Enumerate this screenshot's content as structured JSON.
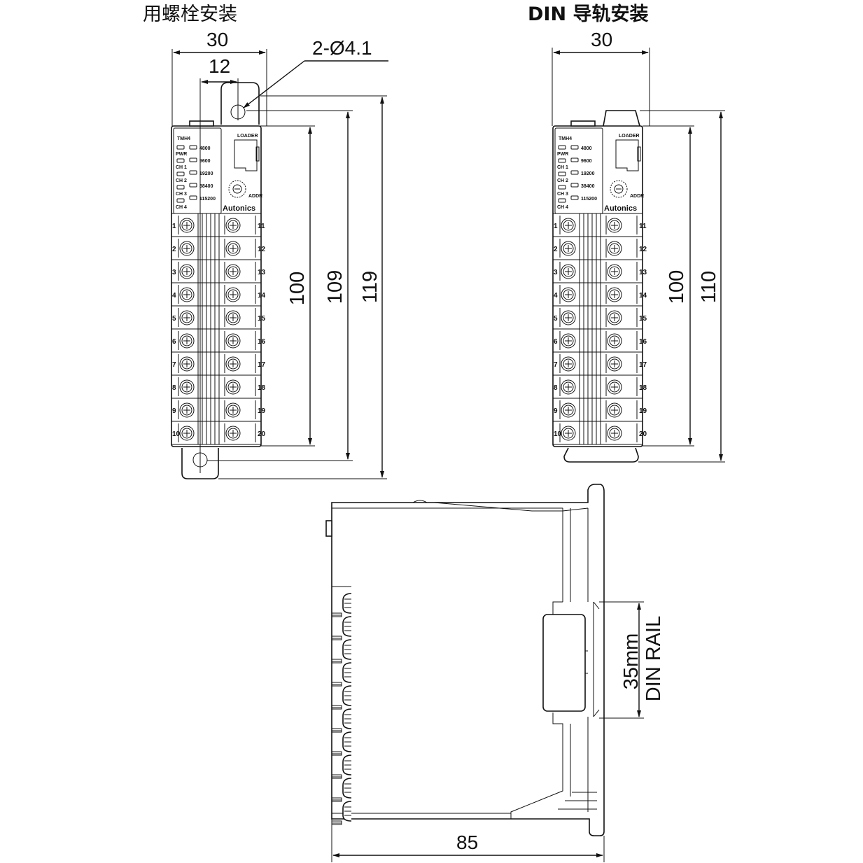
{
  "titles": {
    "bolt_mount": "用螺栓安装",
    "din_mount": "DIN 导轨安装"
  },
  "dimensions": {
    "bolt_width": "30",
    "hole_offset": "12",
    "hole_spec": "2-Ø4.1",
    "body_height": "100",
    "hole_pitch": "109",
    "bolt_total_height": "119",
    "din_width": "30",
    "din_body_height": "100",
    "din_total_height": "110",
    "depth": "85",
    "rail_size": "35mm",
    "rail_label": "DIN RAIL"
  },
  "module": {
    "model": "TMH4",
    "port_label": "LOADER",
    "baud_rates": [
      "4800",
      "9600",
      "19200",
      "38400",
      "115200"
    ],
    "led_labels": [
      "PWR",
      "CH 1",
      "CH 2",
      "CH 3",
      "CH 4"
    ],
    "switch_label": "ADDR",
    "brand": "Autonics",
    "left_terminals": [
      "1",
      "2",
      "3",
      "4",
      "5",
      "6",
      "7",
      "8",
      "9",
      "10"
    ],
    "right_terminals": [
      "11",
      "12",
      "13",
      "14",
      "15",
      "16",
      "17",
      "18",
      "19",
      "20"
    ]
  }
}
